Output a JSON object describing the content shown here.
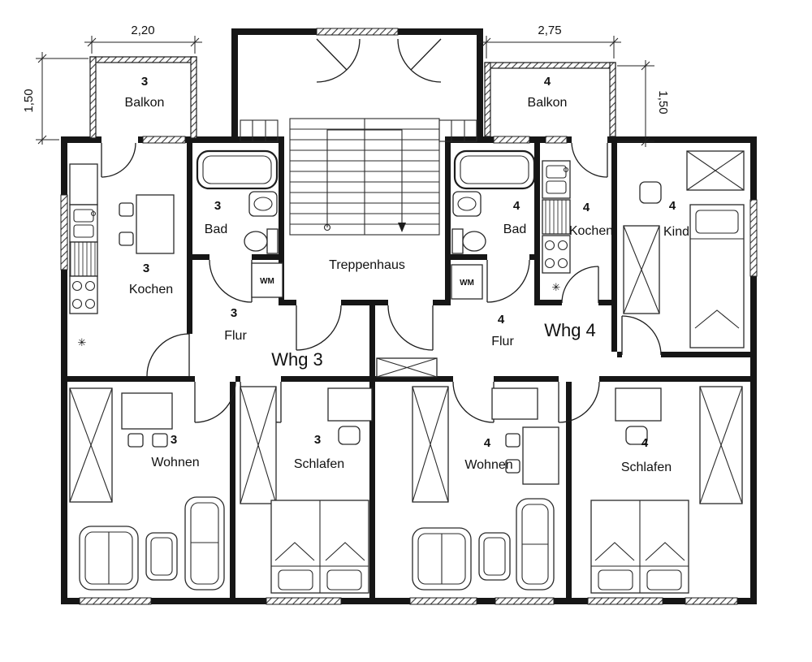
{
  "plan": {
    "treppenhaus": "Treppenhaus",
    "whg3": {
      "label": "Whg 3",
      "wm": "WM",
      "rooms": {
        "balkon": {
          "num": "3",
          "name": "Balkon"
        },
        "kochen": {
          "num": "3",
          "name": "Kochen"
        },
        "bad": {
          "num": "3",
          "name": "Bad"
        },
        "flur": {
          "num": "3",
          "name": "Flur"
        },
        "wohnen": {
          "num": "3",
          "name": "Wohnen"
        },
        "schlafen": {
          "num": "3",
          "name": "Schlafen"
        }
      }
    },
    "whg4": {
      "label": "Whg 4",
      "wm": "WM",
      "rooms": {
        "balkon": {
          "num": "4",
          "name": "Balkon"
        },
        "bad": {
          "num": "4",
          "name": "Bad"
        },
        "kochen": {
          "num": "4",
          "name": "Kochen"
        },
        "kind": {
          "num": "4",
          "name": "Kind"
        },
        "flur": {
          "num": "4",
          "name": "Flur"
        },
        "wohnen": {
          "num": "4",
          "name": "Wohnen"
        },
        "schlafen": {
          "num": "4",
          "name": "Schlafen"
        }
      }
    },
    "dims": {
      "balkon3_width": "2,20",
      "balkon3_depth": "1,50",
      "balkon4_width": "2,75",
      "balkon4_depth": "1,50"
    },
    "symbols": {
      "freezer": "✳"
    }
  }
}
